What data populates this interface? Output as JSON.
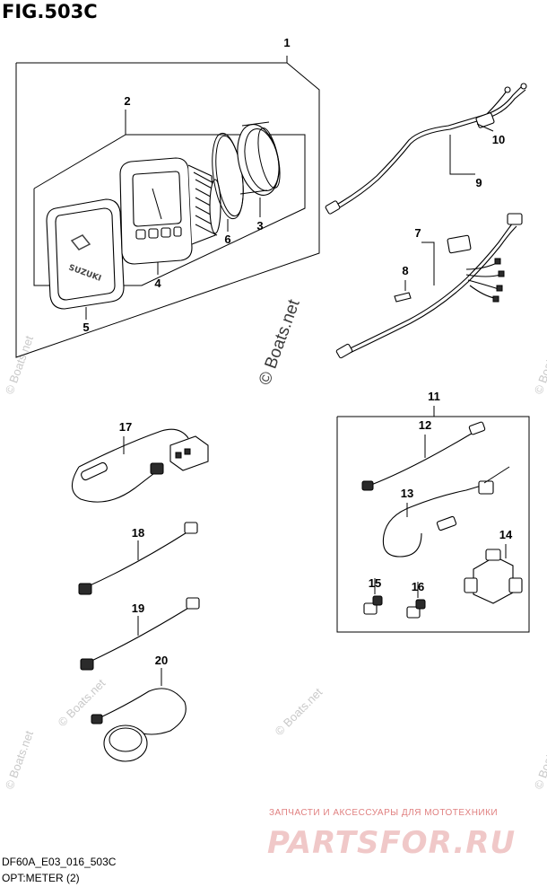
{
  "figure": {
    "title": "FIG.503C",
    "model_code": "DF60A_E03_016_503C",
    "caption": "OPT:METER (2)"
  },
  "watermarks": {
    "main": "© Boats.net",
    "side": "© Boats.net"
  },
  "advert": {
    "line": "ЗАПЧАСТИ И АКСЕССУАРЫ ДЛЯ МОТОТЕХНИКИ",
    "brand": "PARTSFOR.RU"
  },
  "callouts": {
    "c1": "1",
    "c2": "2",
    "c3": "3",
    "c4": "4",
    "c5": "5",
    "c6": "6",
    "c7": "7",
    "c8": "8",
    "c9": "9",
    "c10": "10",
    "c11": "11",
    "c12": "12",
    "c13": "13",
    "c14": "14",
    "c15": "15",
    "c16": "16",
    "c17": "17",
    "c18": "18",
    "c19": "19",
    "c20": "20"
  },
  "icons": {
    "meter": "gauge-icon",
    "cover": "cover-icon",
    "ring": "o-ring-icon",
    "nut": "ring-nut-icon",
    "harness": "wire-harness-icon",
    "cable": "cable-icon",
    "connector": "t-connector-icon",
    "terminator": "terminator-icon",
    "sensor": "sensor-icon"
  }
}
